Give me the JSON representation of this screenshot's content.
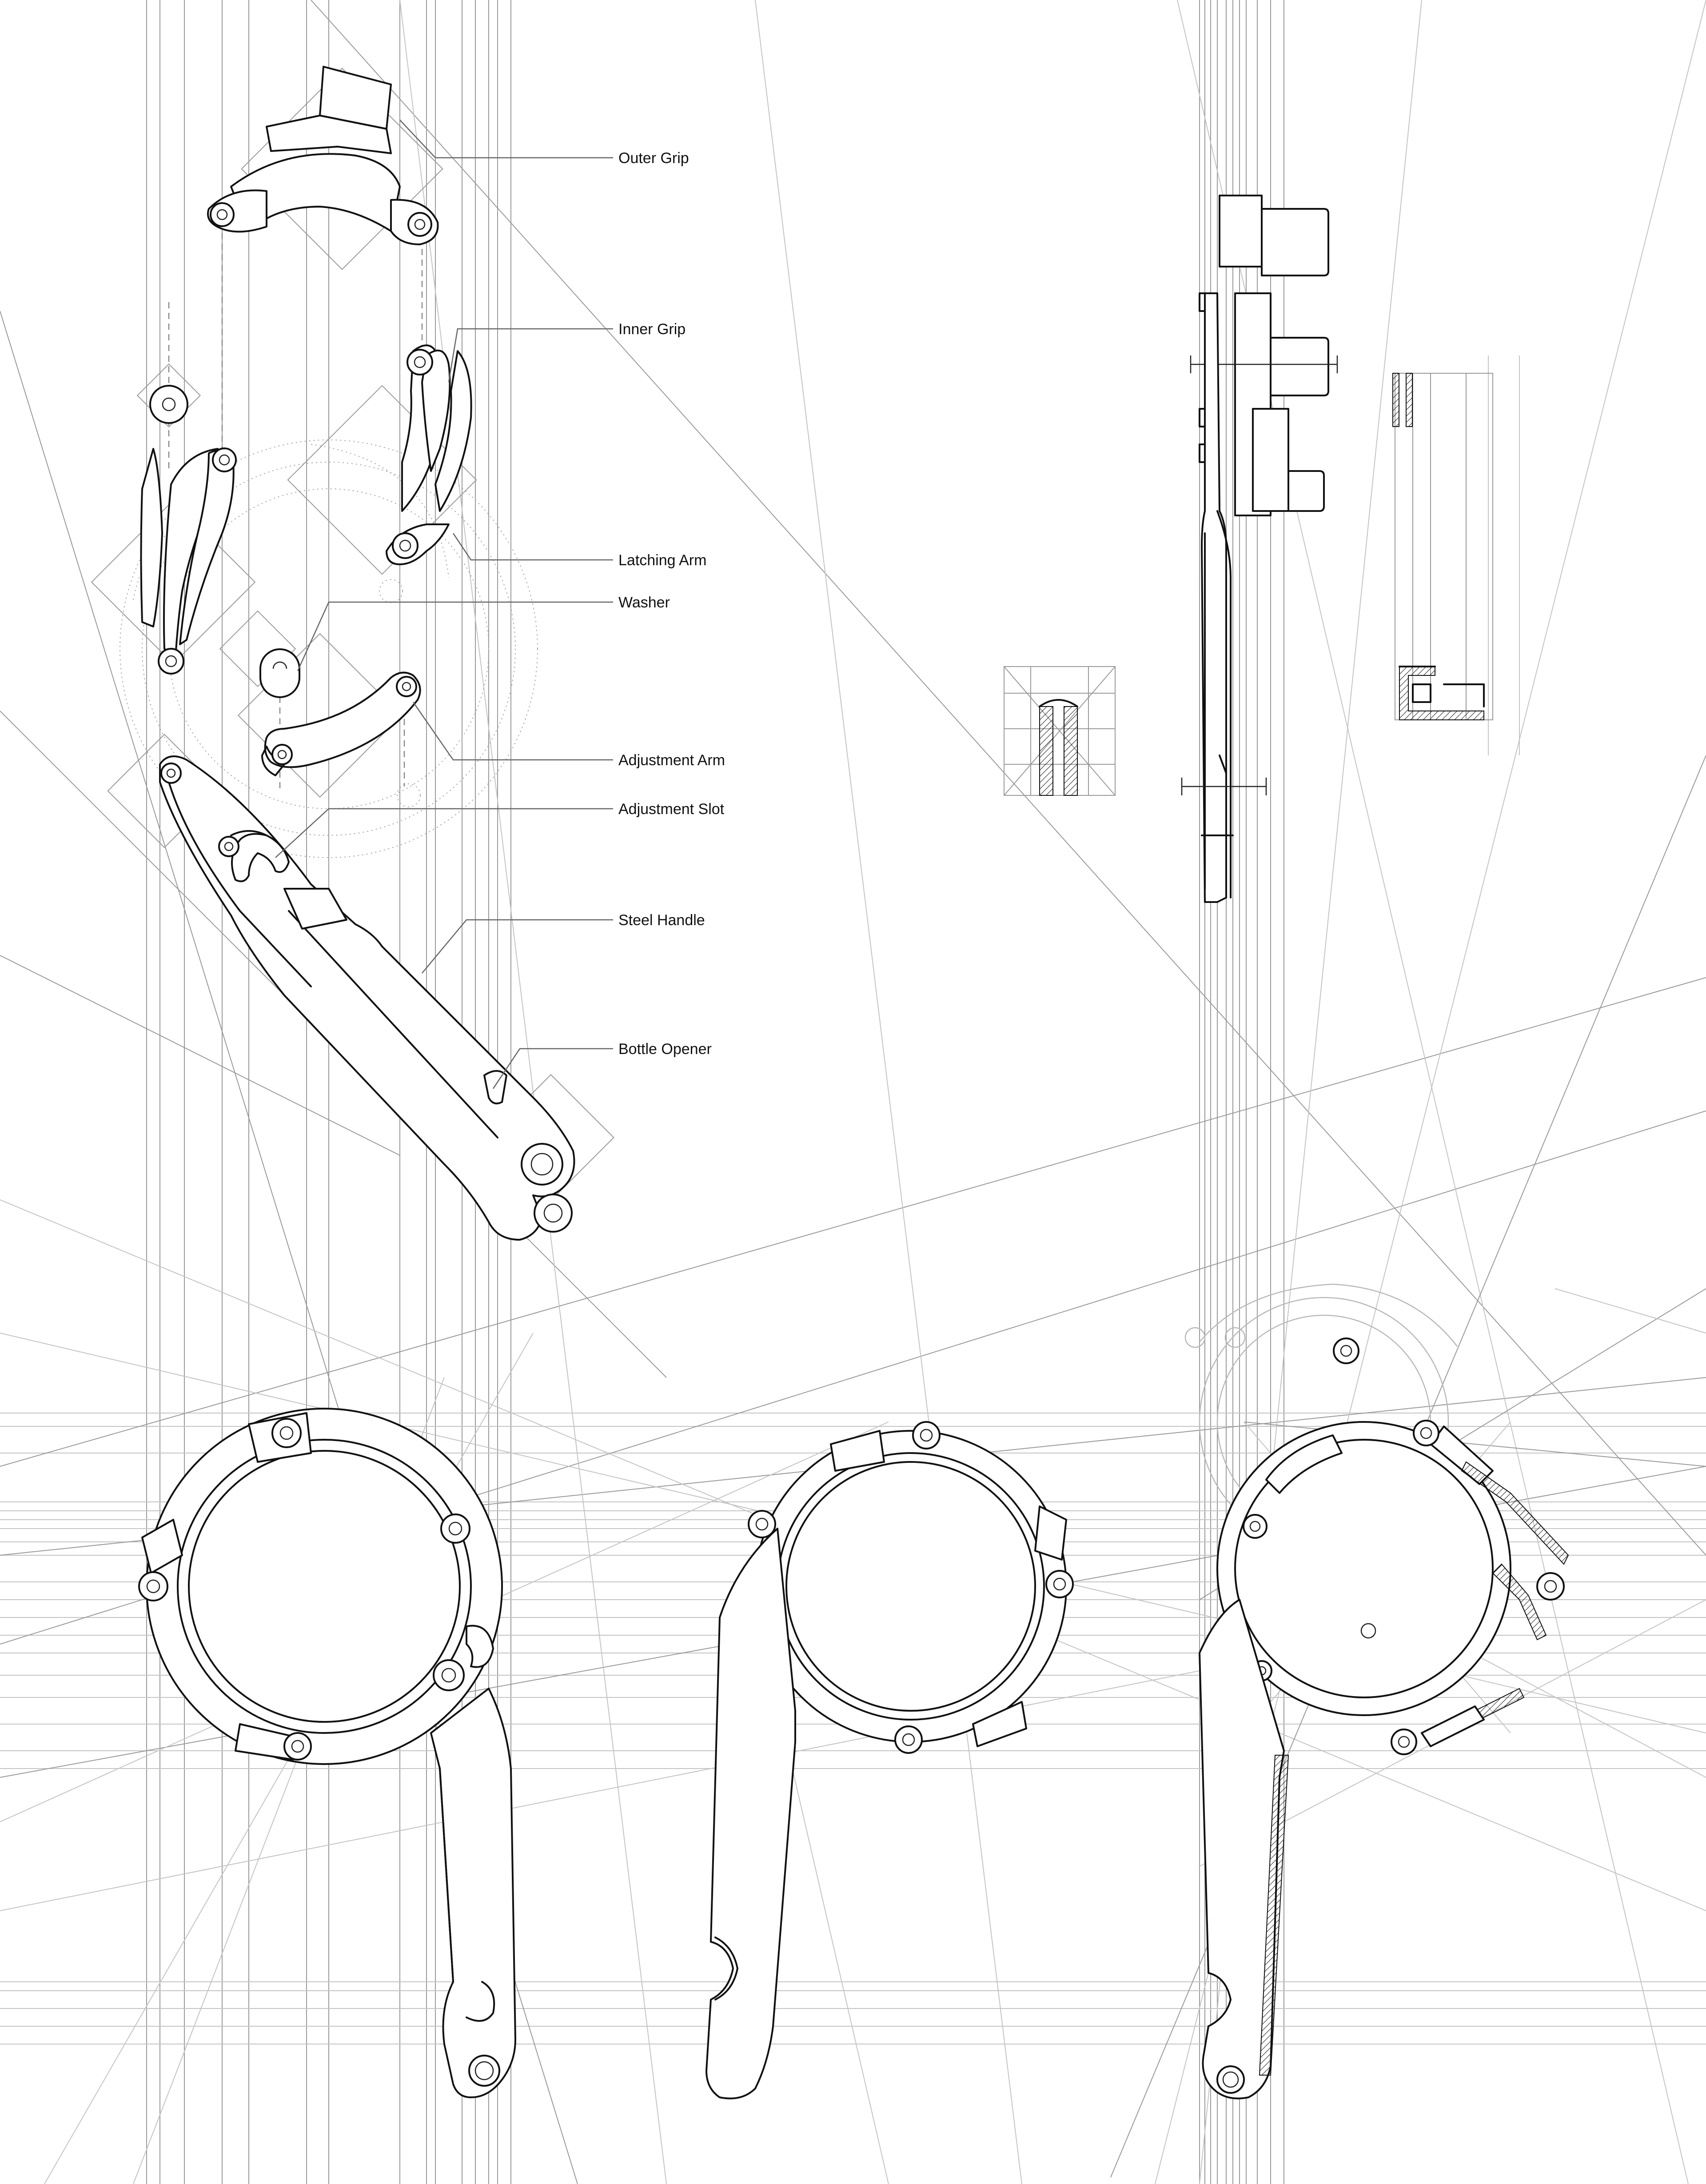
{
  "drawing": {
    "labels": {
      "outer_grip": "Outer Grip",
      "inner_grip": "Inner Grip",
      "latching_arm": "Latching Arm",
      "washer": "Washer",
      "adjustment_arm": "Adjustment Arm",
      "adjustment_slot": "Adjustment Slot",
      "steel_handle": "Steel Handle",
      "bottle_opener": "Bottle Opener"
    }
  }
}
